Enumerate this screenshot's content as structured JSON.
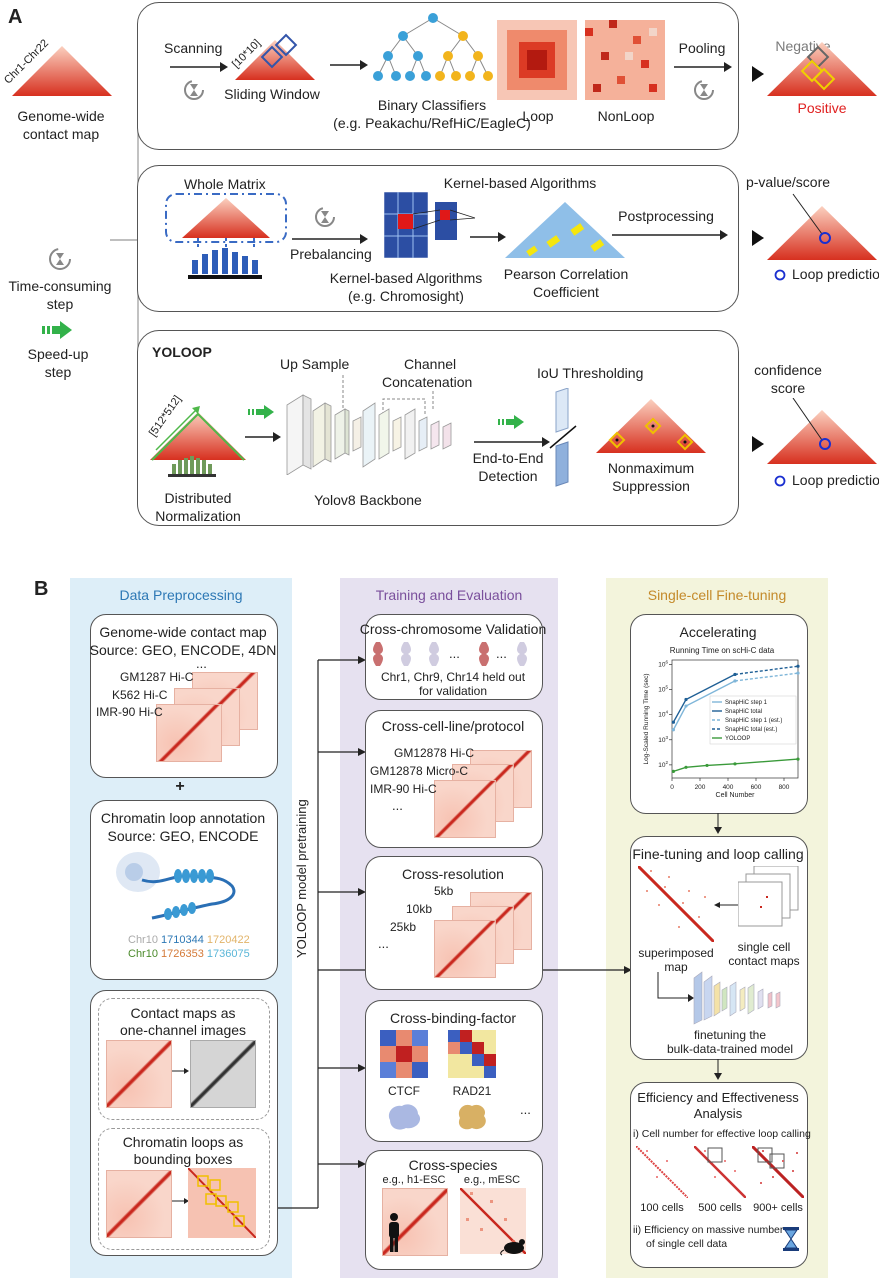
{
  "panelA": {
    "letter": "A",
    "left": {
      "chr_label": "Chr1-Chr22",
      "genome_map_label_1": "Genome-wide",
      "genome_map_label_2": "contact map",
      "time_label_1": "Time-consuming",
      "time_label_2": "step",
      "speed_label_1": "Speed-up",
      "speed_label_2": "step"
    },
    "row1": {
      "scanning": "Scanning",
      "window_size": "[10*10]",
      "sliding_window": "Sliding Window",
      "classifiers_1": "Binary Classifiers",
      "classifiers_2": "(e.g. Peakachu/RefHiC/EagleC)",
      "loop": "Loop",
      "nonloop": "NonLoop",
      "pooling": "Pooling",
      "negative": "Negative",
      "positive": "Positive"
    },
    "row2": {
      "whole_matrix": "Whole Matrix",
      "kernel_title": "Kernel-based Algorithms",
      "prebalancing": "Prebalancing",
      "kernel_sub_1": "Kernel-based Algorithms",
      "kernel_sub_2": "(e.g. Chromosight)",
      "pearson_1": "Pearson Correlation",
      "pearson_2": "Coefficient",
      "postprocessing": "Postprocessing",
      "pvalue": "p-value/score",
      "loop_prediction": "Loop prediction"
    },
    "row3": {
      "yoloop": "YOLOOP",
      "input_size": "[512*512]",
      "distributed_1": "Distributed",
      "distributed_2": "Normalization",
      "up_sample": "Up Sample",
      "channel_1": "Channel",
      "channel_2": "Concatenation",
      "backbone": "Yolov8 Backbone",
      "iou": "IoU Thresholding",
      "e2e_1": "End-to-End",
      "e2e_2": "Detection",
      "nms_1": "Nonmaximum",
      "nms_2": "Suppression",
      "confidence_1": "confidence",
      "confidence_2": "score",
      "loop_prediction": "Loop prediction"
    }
  },
  "panelB": {
    "letter": "B",
    "col1": {
      "title": "Data Preprocessing",
      "genome_title": "Genome-wide contact map",
      "genome_source": "Source: GEO, ENCODE, 4DN",
      "ellipsis": "...",
      "cell_lines": [
        "GM1287 Hi-C",
        "K562 Hi-C",
        "IMR-90 Hi-C"
      ],
      "plus": "+",
      "annot_title": "Chromatin loop annotation",
      "annot_source": "Source: GEO, ENCODE",
      "coord1_chr": "Chr10",
      "coord1_a": "1710344",
      "coord1_b": "1720422",
      "coord2_chr": "Chr10",
      "coord2_a": "1726353",
      "coord2_b": "1736075",
      "onechannel_1": "Contact maps as",
      "onechannel_2": "one-channel images",
      "bbox_1": "Chromatin loops as",
      "bbox_2": "bounding boxes"
    },
    "col2": {
      "title": "Training and Evaluation",
      "pretraining": "YOLOOP model pretraining",
      "cross_chrom": "Cross-chromosome Validation",
      "chrom_dots": "...",
      "chrom_note_1": "Chr1, Chr9, Chr14 held out",
      "chrom_note_2": "for validation",
      "cross_cell": "Cross-cell-line/protocol",
      "cell_labels": [
        "GM12878 Hi-C",
        "GM12878 Micro-C",
        "IMR-90 Hi-C"
      ],
      "cell_dots": "...",
      "cross_res": "Cross-resolution",
      "res_labels": [
        "5kb",
        "10kb",
        "25kb"
      ],
      "res_dots": "...",
      "cross_binding": "Cross-binding-factor",
      "ctcf": "CTCF",
      "rad21": "RAD21",
      "bind_dots": "...",
      "cross_species": "Cross-species",
      "species_1": "e.g., h1-ESC",
      "species_2": "e.g., mESC"
    },
    "col3": {
      "title": "Single-cell Fine-tuning",
      "accel": "Accelerating",
      "chart_title": "Running Time on scHi-C data",
      "finetune_title": "Fine-tuning and loop calling",
      "superimposed_1": "superimposed",
      "superimposed_2": "map",
      "single_1": "single cell",
      "single_2": "contact maps",
      "finetune_1": "finetuning the",
      "finetune_2": "bulk-data-trained model",
      "eff_1": "Efficiency and Effectiveness",
      "eff_2": "Analysis",
      "eff_i": "i) Cell number for effective loop calling",
      "cells": [
        "100 cells",
        "500 cells",
        "900+ cells"
      ],
      "eff_ii_1": "ii) Efficiency on massive number",
      "eff_ii_2": "of single cell data"
    }
  },
  "chart_data": {
    "type": "line",
    "title": "Running Time on scHi-C data",
    "xlabel": "Cell Number",
    "ylabel": "Log-Scaled Running Time (sec)",
    "xlim": [
      0,
      900
    ],
    "ylog": true,
    "ylim": [
      30,
      1500000
    ],
    "xticks": [
      0,
      200,
      400,
      600,
      800
    ],
    "yticks": [
      "10^2",
      "10^3",
      "10^4",
      "10^5",
      "10^6"
    ],
    "legend_position": "center-right",
    "series": [
      {
        "name": "SnapHiC step 1",
        "color": "#7fb6d9",
        "x": [
          10,
          100,
          450
        ],
        "y": [
          2500,
          22000,
          220000
        ],
        "style": "solid"
      },
      {
        "name": "SnapHiC total",
        "color": "#1f5f95",
        "x": [
          10,
          100,
          450
        ],
        "y": [
          5000,
          40000,
          400000
        ],
        "style": "solid"
      },
      {
        "name": "SnapHiC step 1 (est.)",
        "color": "#7fb6d9",
        "x": [
          450,
          900
        ],
        "y": [
          220000,
          450000
        ],
        "style": "dashed"
      },
      {
        "name": "SnapHiC total (est.)",
        "color": "#1f5f95",
        "x": [
          450,
          900
        ],
        "y": [
          400000,
          850000
        ],
        "style": "dashed"
      },
      {
        "name": "YOLOOP",
        "color": "#3a9a3a",
        "x": [
          10,
          100,
          250,
          450,
          900
        ],
        "y": [
          55,
          80,
          95,
          110,
          170
        ],
        "style": "solid"
      }
    ]
  },
  "colors": {
    "heat": "#d7301f",
    "green_arrow": "#33b24a",
    "col1_bg": "#ddeef8",
    "col2_bg": "#e6e1f0",
    "col3_bg": "#f3f4dc",
    "col1_title": "#2d78b5",
    "col2_title": "#7a4f9c",
    "col3_title": "#c48a2a",
    "positive": "#e02020",
    "negative": "#7a7a7a"
  }
}
